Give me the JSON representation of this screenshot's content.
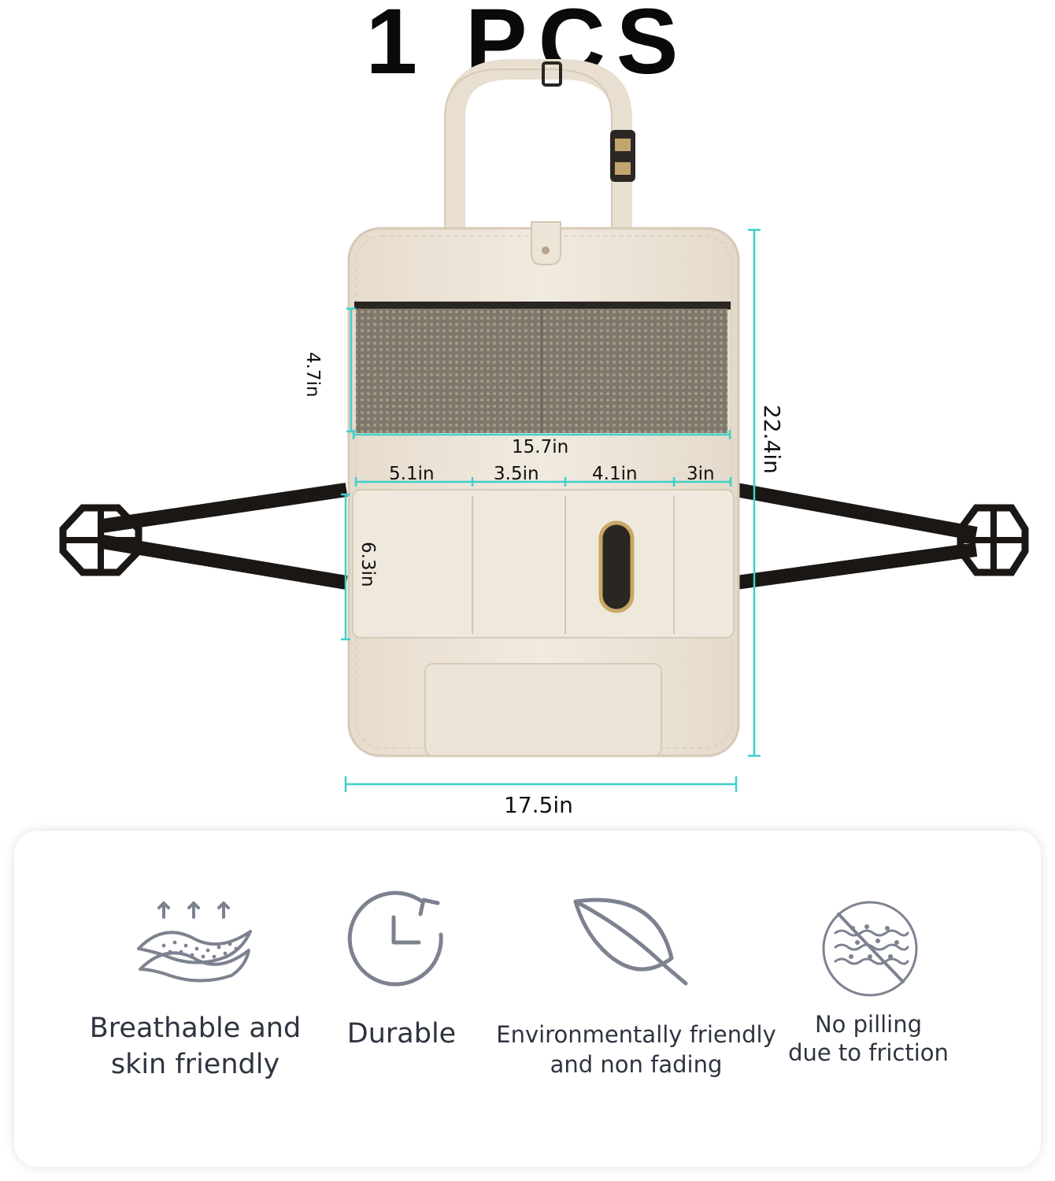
{
  "headline": "1 PCS",
  "colors": {
    "accent_dimension": "#3fd0c9",
    "leather": "#ede5d8",
    "mesh": "#8a8272",
    "strap": "#1b1714",
    "icon_stroke": "#7d8290",
    "label_text": "#2e3440"
  },
  "dimensions": {
    "mesh_height": "4.7in",
    "pocket_width_total": "15.7in",
    "pocket_1": "5.1in",
    "pocket_2": "3.5in",
    "pocket_3": "4.1in",
    "pocket_4": "3in",
    "pocket_height": "6.3in",
    "total_height": "22.4in",
    "total_width": "17.5in"
  },
  "features": [
    {
      "icon": "breathable-layers-icon",
      "label": "Breathable and\nskin friendly"
    },
    {
      "icon": "durable-clock-icon",
      "label": "Durable"
    },
    {
      "icon": "leaf-icon",
      "label": "Environmentally friendly\nand non fading"
    },
    {
      "icon": "no-pilling-icon",
      "label": "No pilling\ndue to friction"
    }
  ]
}
